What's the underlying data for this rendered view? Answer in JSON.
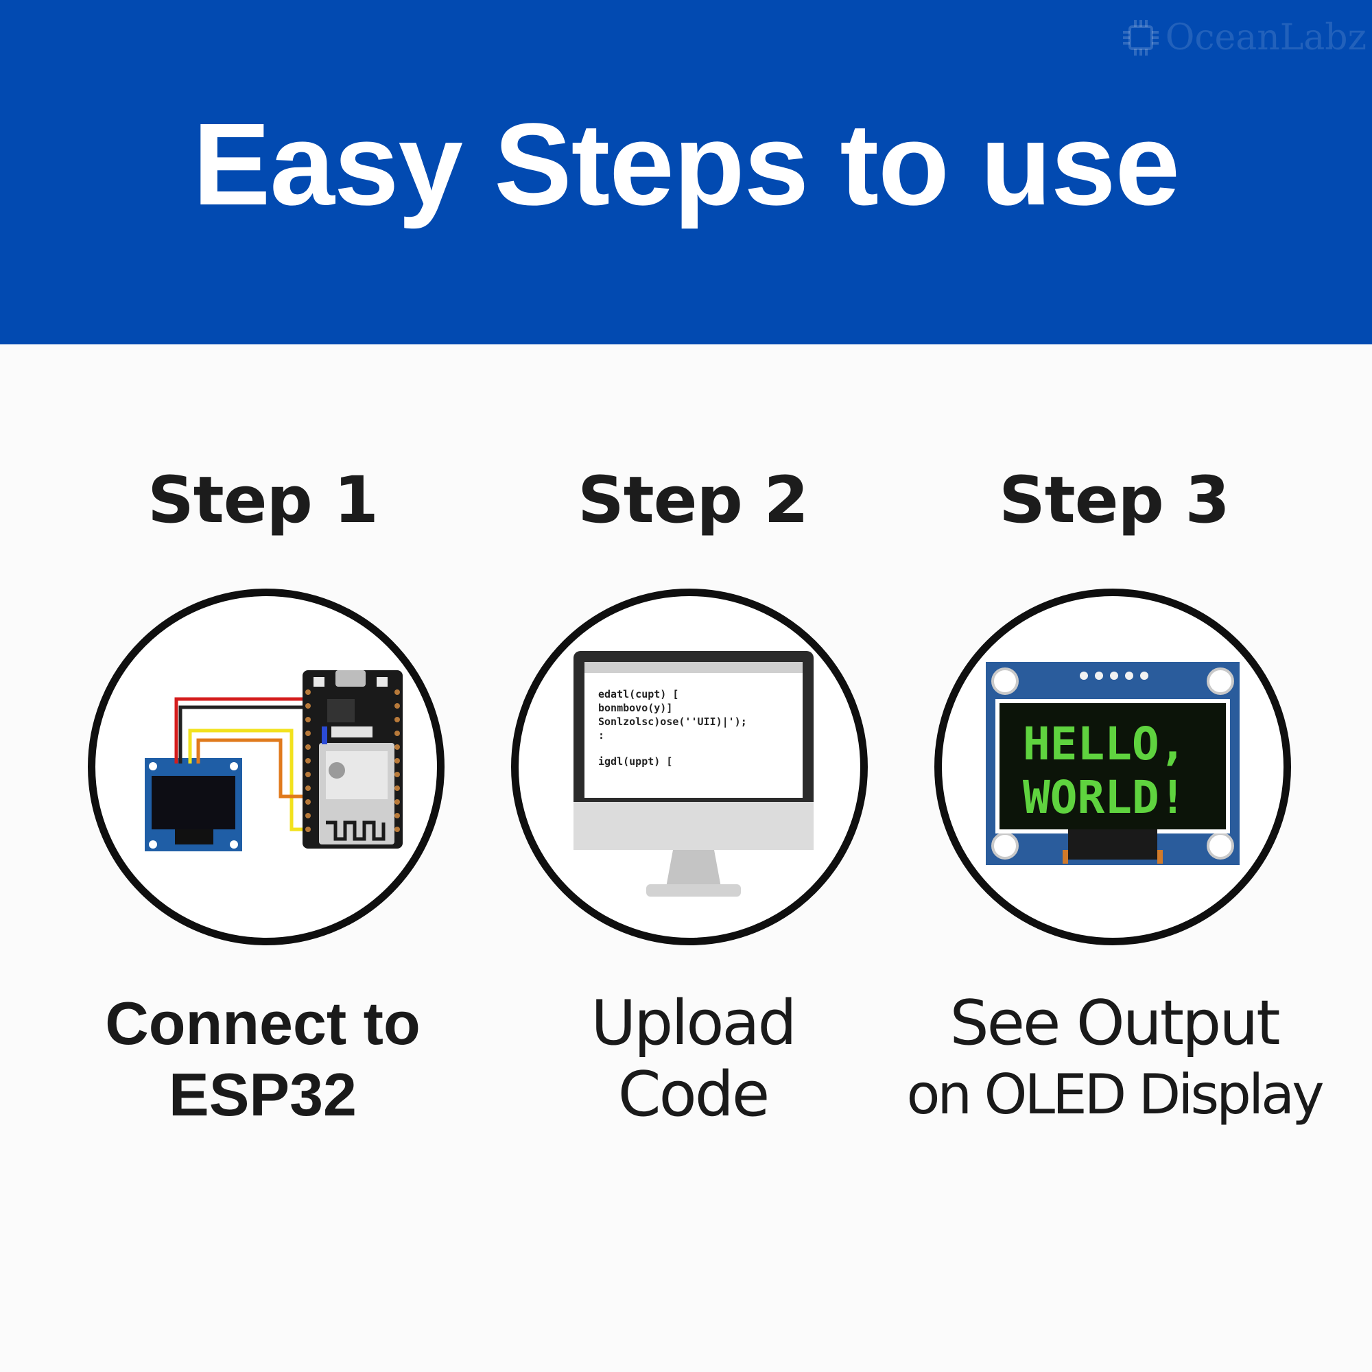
{
  "banner": {
    "title": "Easy Steps to use",
    "background": "#024ab1",
    "watermark": "OceanLabz"
  },
  "steps": [
    {
      "title": "Step 1",
      "caption_line1": "Connect to",
      "caption_line2": "ESP32",
      "icon": "esp32-oled-wiring-icon"
    },
    {
      "title": "Step 2",
      "caption_line1": "Upload",
      "caption_line2": "Code",
      "icon": "computer-monitor-code-icon",
      "code_lines": [
        "edatl(cupt) [",
        "  bonmbovo(y)]",
        "  Sonlzolsc)ose(''UII)|');",
        " :",
        "igdl(uppt) ["
      ]
    },
    {
      "title": "Step 3",
      "caption_line1": "See Output",
      "caption_line2": "on OLED Display",
      "icon": "oled-display-icon",
      "oled_line1": "HELLO,",
      "oled_line2": "WORLD!"
    }
  ]
}
